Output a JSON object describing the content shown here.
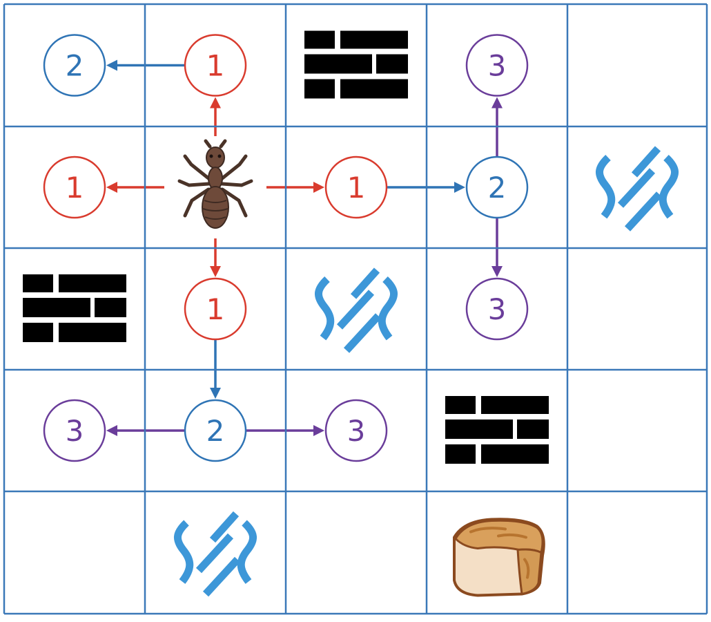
{
  "grid": {
    "rows": 5,
    "cols": 5,
    "line_color": "#3a78b8"
  },
  "colors": {
    "step1": "#d93b2e",
    "step2": "#2f74b5",
    "step3": "#6a3d9a",
    "wall": "#000000",
    "water": "#3d97d8"
  },
  "cells": [
    {
      "row": 0,
      "col": 0,
      "kind": "step",
      "step": "2"
    },
    {
      "row": 0,
      "col": 1,
      "kind": "step",
      "step": "1"
    },
    {
      "row": 0,
      "col": 2,
      "kind": "wall"
    },
    {
      "row": 0,
      "col": 3,
      "kind": "step",
      "step": "3"
    },
    {
      "row": 1,
      "col": 0,
      "kind": "step",
      "step": "1"
    },
    {
      "row": 1,
      "col": 1,
      "kind": "ant"
    },
    {
      "row": 1,
      "col": 2,
      "kind": "step",
      "step": "1"
    },
    {
      "row": 1,
      "col": 3,
      "kind": "step",
      "step": "2"
    },
    {
      "row": 1,
      "col": 4,
      "kind": "water"
    },
    {
      "row": 2,
      "col": 0,
      "kind": "wall"
    },
    {
      "row": 2,
      "col": 1,
      "kind": "step",
      "step": "1"
    },
    {
      "row": 2,
      "col": 2,
      "kind": "water"
    },
    {
      "row": 2,
      "col": 3,
      "kind": "step",
      "step": "3"
    },
    {
      "row": 3,
      "col": 0,
      "kind": "step",
      "step": "3"
    },
    {
      "row": 3,
      "col": 1,
      "kind": "step",
      "step": "2"
    },
    {
      "row": 3,
      "col": 2,
      "kind": "step",
      "step": "3"
    },
    {
      "row": 3,
      "col": 3,
      "kind": "wall"
    },
    {
      "row": 4,
      "col": 1,
      "kind": "water"
    },
    {
      "row": 4,
      "col": 3,
      "kind": "bread"
    }
  ],
  "arrows": [
    {
      "from": [
        1,
        1
      ],
      "to": [
        0,
        1
      ],
      "step": "1"
    },
    {
      "from": [
        1,
        1
      ],
      "to": [
        1,
        0
      ],
      "step": "1"
    },
    {
      "from": [
        1,
        1
      ],
      "to": [
        1,
        2
      ],
      "step": "1"
    },
    {
      "from": [
        1,
        1
      ],
      "to": [
        2,
        1
      ],
      "step": "1"
    },
    {
      "from": [
        0,
        1
      ],
      "to": [
        0,
        0
      ],
      "step": "2"
    },
    {
      "from": [
        1,
        2
      ],
      "to": [
        1,
        3
      ],
      "step": "2"
    },
    {
      "from": [
        2,
        1
      ],
      "to": [
        3,
        1
      ],
      "step": "2"
    },
    {
      "from": [
        1,
        3
      ],
      "to": [
        0,
        3
      ],
      "step": "3"
    },
    {
      "from": [
        1,
        3
      ],
      "to": [
        2,
        3
      ],
      "step": "3"
    },
    {
      "from": [
        3,
        1
      ],
      "to": [
        3,
        0
      ],
      "step": "3"
    },
    {
      "from": [
        3,
        1
      ],
      "to": [
        3,
        2
      ],
      "step": "3"
    }
  ]
}
